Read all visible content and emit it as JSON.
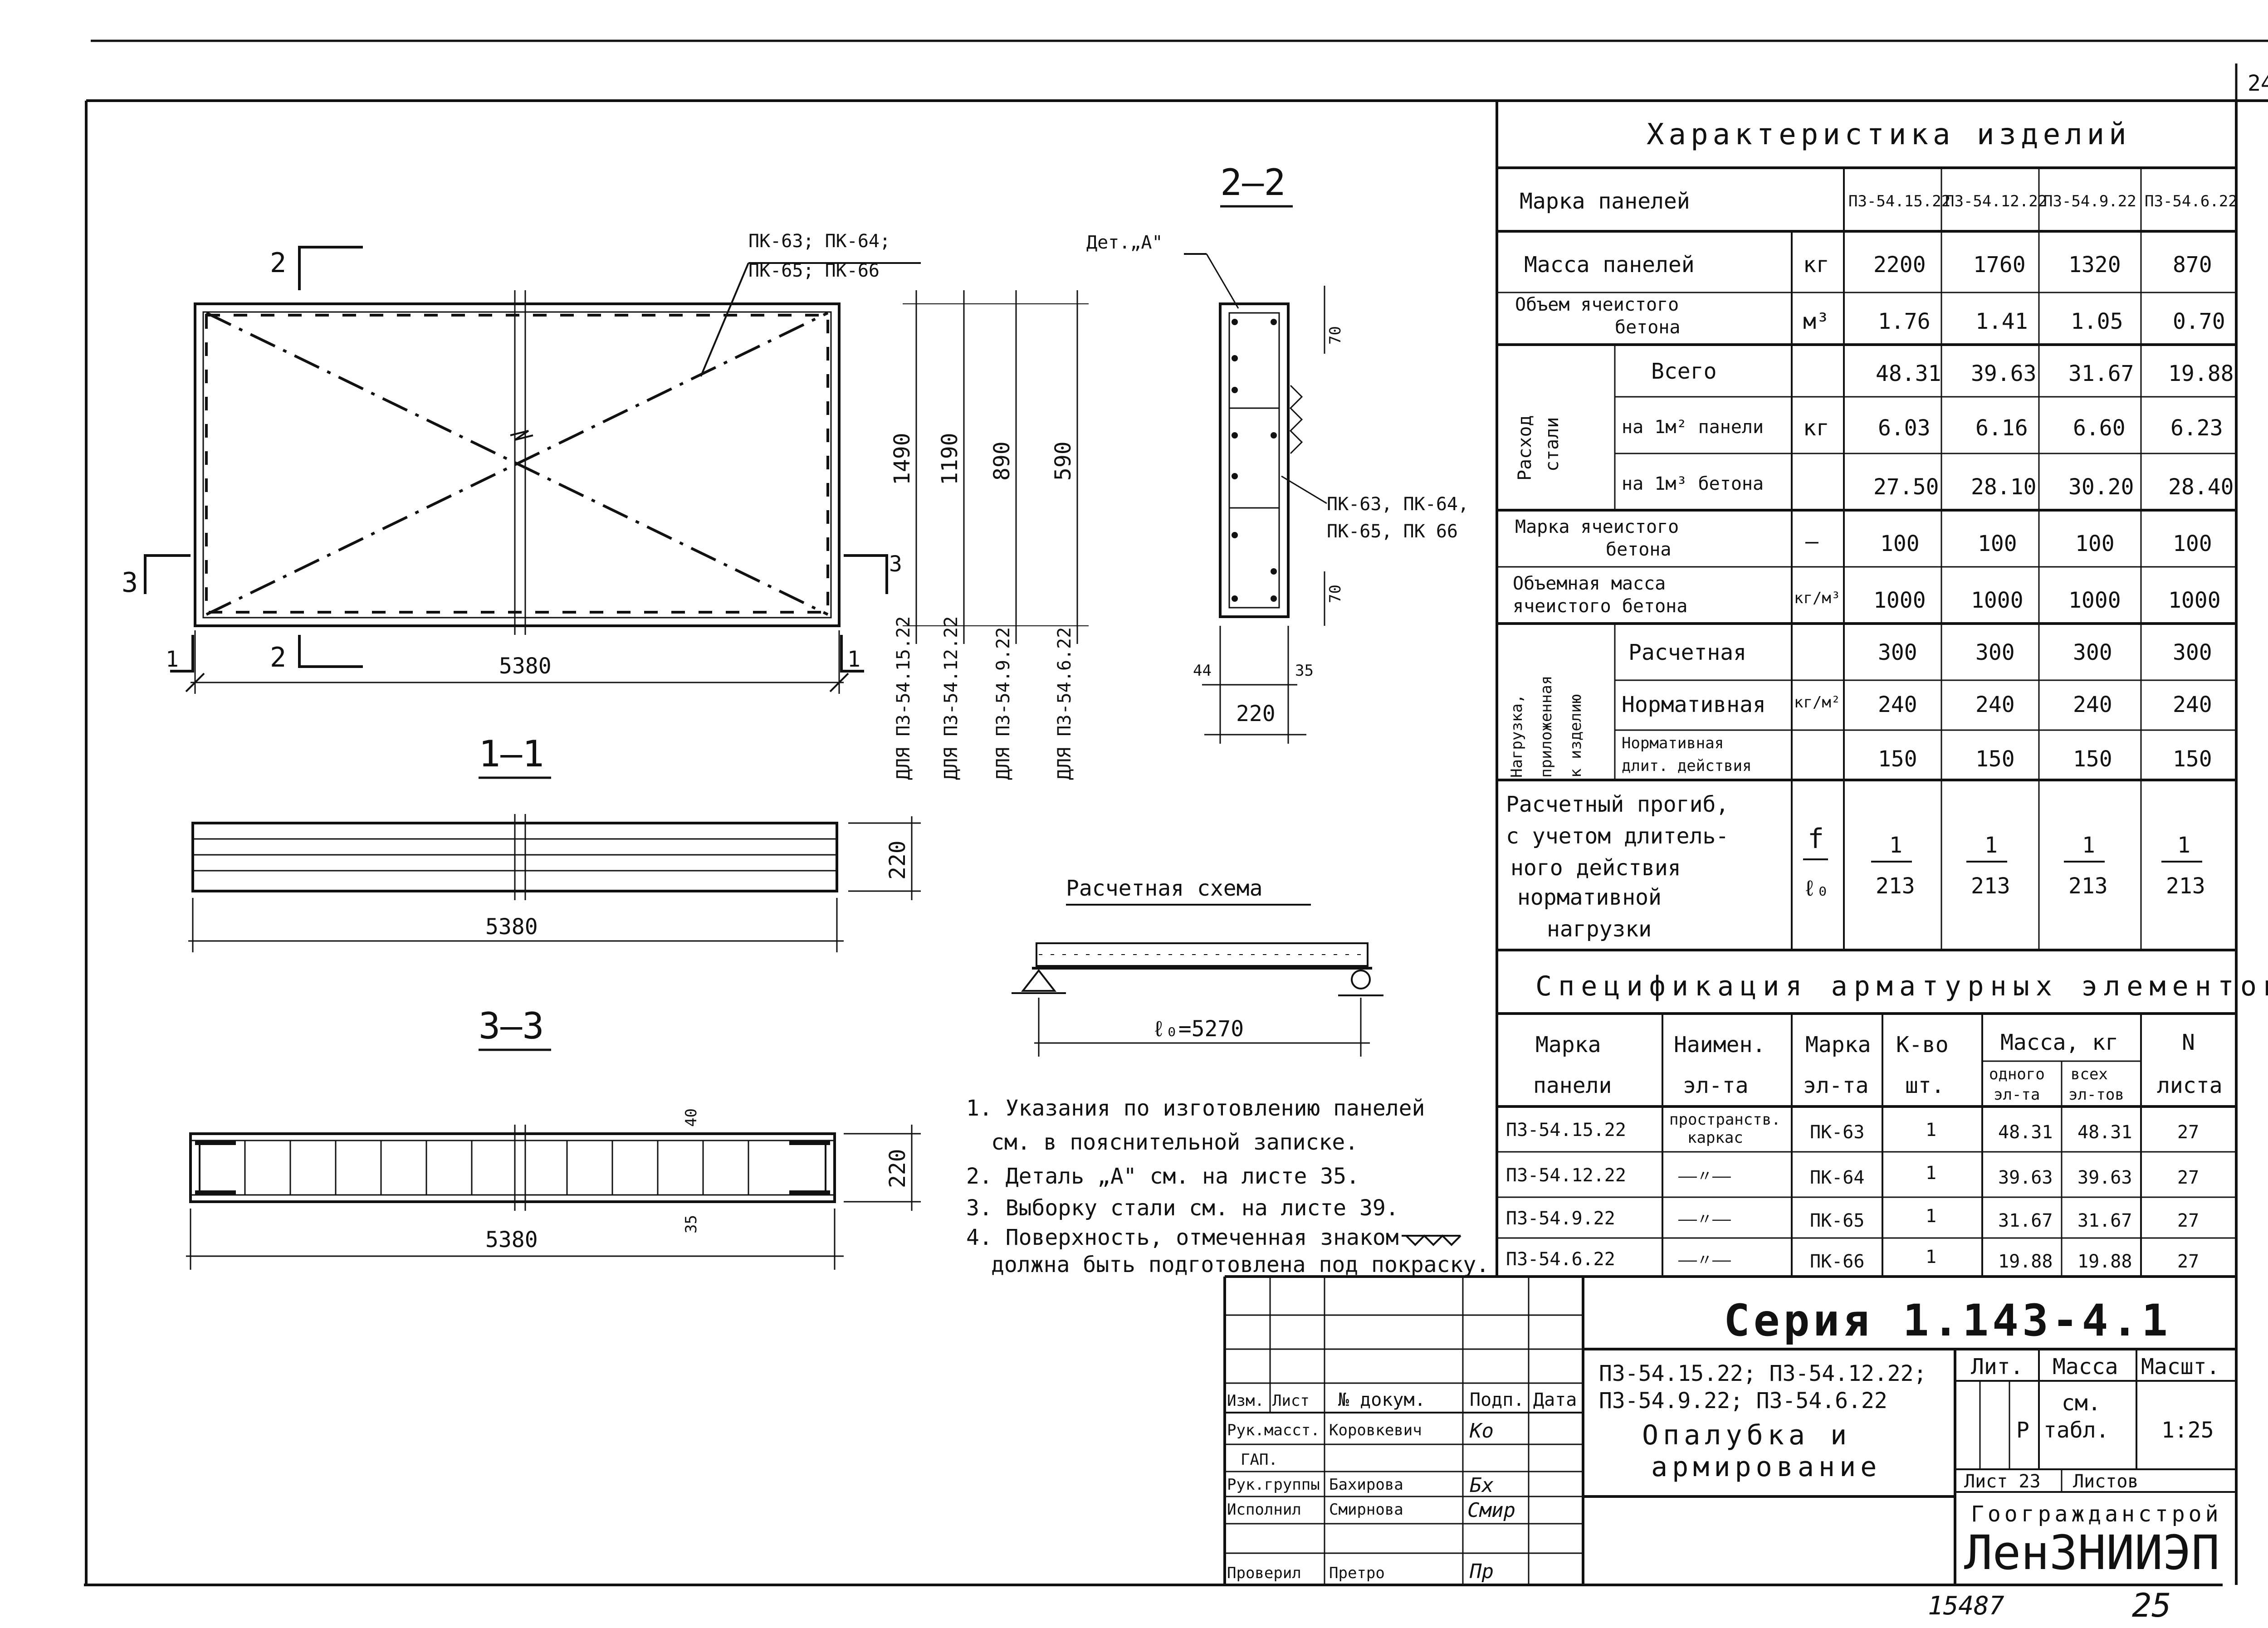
{
  "sheet": {
    "corner_number": "24",
    "bottom_numbers": [
      "15487",
      "25"
    ]
  },
  "views": {
    "section_2_2": "2–2",
    "section_1_1": "1–1",
    "section_3_3": "3–3",
    "section_mark_2": "2",
    "section_mark_3": "3",
    "section_mark_1": "1",
    "detail_label": "Дет.„А\"",
    "frame_label_top_line1": "ПК-63; ПК-64;",
    "frame_label_top_line2": "ПК-65; ПК-66",
    "frame_label_right_line1": "ПК-63, ПК-64,",
    "frame_label_right_line2": "ПК-65, ПК 66",
    "calc_scheme_title": "Расчетная схема",
    "span_label": "ℓ₀=5270"
  },
  "dimensions": {
    "length": "5380",
    "thickness": "220",
    "heights": [
      "1490",
      "1190",
      "890",
      "590"
    ],
    "height_for": [
      "ДЛЯ ПЗ-54.15.22",
      "ДЛЯ ПЗ-54.12.22",
      "ДЛЯ ПЗ-54.9.22",
      "ДЛЯ ПЗ-54.6.22"
    ],
    "sec_top": "70",
    "sec_bottom": "70",
    "sec_44": "44",
    "sec_35": "35",
    "sec_220": "220",
    "sec33_40": "40",
    "sec33_35": "35"
  },
  "notes": [
    "1. Указания по изготовлению панелей",
    "см. в пояснительной записке.",
    "2. Деталь „А\" см. на листе 35.",
    "3. Выборку стали см. на листе 39.",
    "4. Поверхность, отмеченная знаком",
    "должна быть подготовлена под покраску."
  ],
  "characteristics": {
    "title": "Характеристика изделий",
    "panel_mark_label": "Марка панелей",
    "panels": [
      "ПЗ-54.15.22",
      "ПЗ-54.12.22",
      "ПЗ-54.9.22",
      "ПЗ-54.6.22"
    ],
    "mass_label": "Масса панелей",
    "mass_unit": "кг",
    "mass": [
      "2200",
      "1760",
      "1320",
      "870"
    ],
    "volume_label_1": "Объем ячеистого",
    "volume_label_2": "бетона",
    "volume_unit": "м³",
    "volume": [
      "1.76",
      "1.41",
      "1.05",
      "0.70"
    ],
    "steel_group_1": "Расход",
    "steel_group_2": "стали",
    "steel_unit": "кг",
    "steel_total_label": "Всего",
    "steel_total": [
      "48.31",
      "39.63",
      "31.67",
      "19.88"
    ],
    "steel_m2_label": "на 1м² панели",
    "steel_m2": [
      "6.03",
      "6.16",
      "6.60",
      "6.23"
    ],
    "steel_m3_label": "на 1м³ бетона",
    "steel_m3": [
      "27.50",
      "28.10",
      "30.20",
      "28.40"
    ],
    "concrete_mark_label_1": "Марка ячеистого",
    "concrete_mark_label_2": "бетона",
    "concrete_mark_unit": "—",
    "concrete_mark": [
      "100",
      "100",
      "100",
      "100"
    ],
    "density_label_1": "Объемная масса",
    "density_label_2": "ячеистого бетона",
    "density_unit": "кг/м³",
    "density": [
      "1000",
      "1000",
      "1000",
      "1000"
    ],
    "load_group_1": "Нагрузка,",
    "load_group_2": "приложенная",
    "load_group_3": "к изделию",
    "load_unit": "кг/м²",
    "load_calc_label": "Расчетная",
    "load_calc": [
      "300",
      "300",
      "300",
      "300"
    ],
    "load_norm_label": "Нормативная",
    "load_norm": [
      "240",
      "240",
      "240",
      "240"
    ],
    "load_long_label_1": "Нормативная",
    "load_long_label_2": "длит. действия",
    "load_long": [
      "150",
      "150",
      "150",
      "150"
    ],
    "deflection_label": [
      "Расчетный прогиб,",
      "с учетом длитель-",
      "ного действия",
      "нормативной",
      "нагрузки"
    ],
    "deflection_unit_top": "f",
    "deflection_unit_bottom": "ℓ₀",
    "deflection_num": [
      "1",
      "1",
      "1",
      "1"
    ],
    "deflection_den": [
      "213",
      "213",
      "213",
      "213"
    ]
  },
  "spec": {
    "title": "Спецификация арматурных элементов",
    "headers": {
      "mark_1": "Марка",
      "mark_2": "панели",
      "name_1": "Наимен.",
      "name_2": "эл-та",
      "elmark_1": "Марка",
      "elmark_2": "эл-та",
      "qty_1": "К-во",
      "qty_2": "шт.",
      "mass": "Масса, кг",
      "mass_one_1": "одного",
      "mass_one_2": "эл-та",
      "mass_all_1": "всех",
      "mass_all_2": "эл-тов",
      "sheet_1": "N",
      "sheet_2": "листа"
    },
    "rows": [
      {
        "panel": "ПЗ-54.15.22",
        "name_1": "пространств.",
        "name_2": "каркас",
        "element": "ПК-63",
        "qty": "1",
        "mass_one": "48.31",
        "mass_all": "48.31",
        "sheet": "27"
      },
      {
        "panel": "ПЗ-54.12.22",
        "name_1": "——〃——",
        "name_2": "",
        "element": "ПК-64",
        "qty": "1",
        "mass_one": "39.63",
        "mass_all": "39.63",
        "sheet": "27"
      },
      {
        "panel": "ПЗ-54.9.22",
        "name_1": "——〃——",
        "name_2": "",
        "element": "ПК-65",
        "qty": "1",
        "mass_one": "31.67",
        "mass_all": "31.67",
        "sheet": "27"
      },
      {
        "panel": "ПЗ-54.6.22",
        "name_1": "——〃——",
        "name_2": "",
        "element": "ПК-66",
        "qty": "1",
        "mass_one": "19.88",
        "mass_all": "19.88",
        "sheet": "27"
      }
    ]
  },
  "title_block": {
    "series": "Серия 1.143-4.1",
    "marks_line1": "ПЗ-54.15.22; ПЗ-54.12.22;",
    "marks_line2": "ПЗ-54.9.22; ПЗ-54.6.22",
    "sheet_title_1": "Опалубка и",
    "sheet_title_2": "армирование",
    "lit_label": "Лит.",
    "mass_label": "Масса",
    "scale_label": "Масшт.",
    "lit_value": "Р",
    "mass_value_1": "см.",
    "mass_value_2": "табл.",
    "scale_value": "1:25",
    "sheet_no": "Лист 23",
    "sheets_label": "Листов",
    "org": "Гоогражданстрой",
    "institute": "ЛенЗНИИЭП",
    "col_izm": "Изм.",
    "col_list": "Лист",
    "col_doc": "№ докум.",
    "col_sign": "Подп.",
    "col_date": "Дата",
    "roles": [
      {
        "role": "Рук.масст.",
        "name": "Коровкевич",
        "sign": "Ко"
      },
      {
        "role": "ГАП.",
        "name": "",
        "sign": ""
      },
      {
        "role": "Рук.группы",
        "name": "Бахирова",
        "sign": "Бх"
      },
      {
        "role": "Исполнил",
        "name": "Смирнова",
        "sign": "Смир"
      },
      {
        "role": "Проверил",
        "name": "Претро",
        "sign": "Пр"
      }
    ]
  }
}
